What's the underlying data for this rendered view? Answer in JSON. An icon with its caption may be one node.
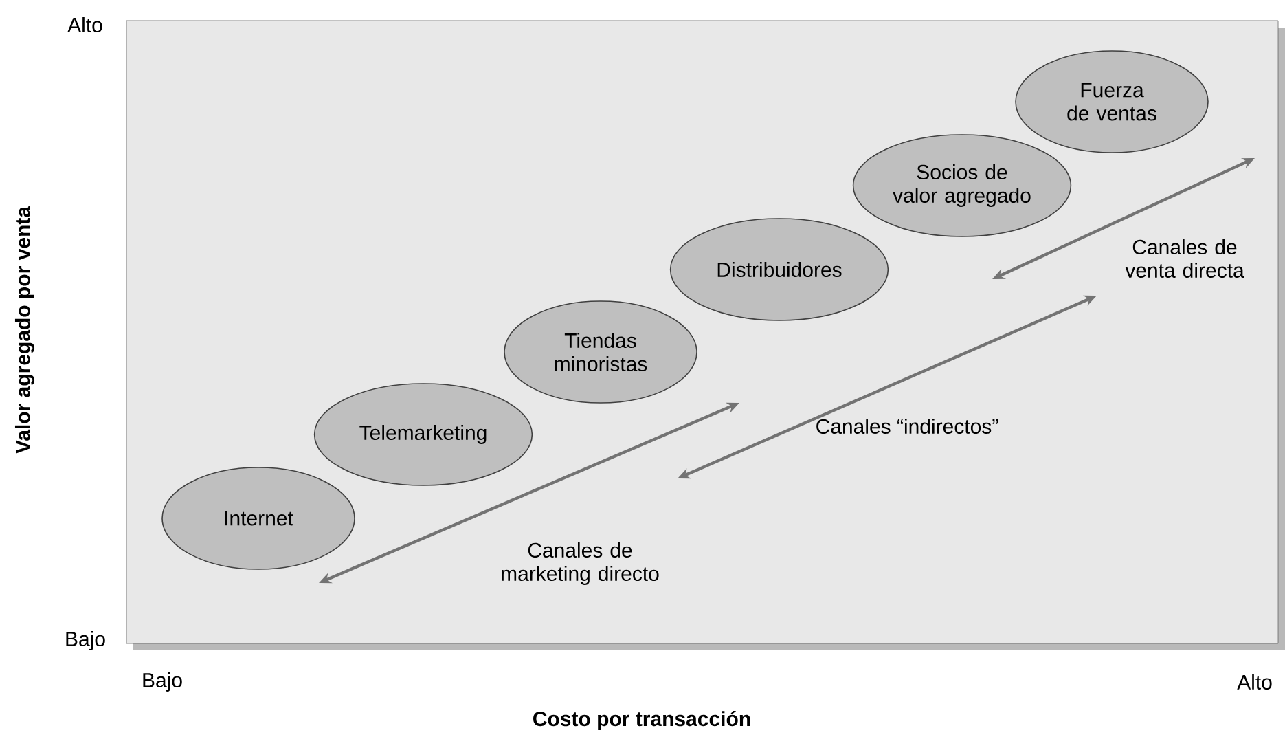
{
  "diagram": {
    "nodes": [
      {
        "text": [
          "Internet"
        ]
      },
      {
        "text": [
          "Telemarketing"
        ]
      },
      {
        "text": [
          "Tiendas minoristas"
        ]
      },
      {
        "text": [
          "Distribuidores"
        ]
      },
      {
        "text": [
          "Socios de valor agregado"
        ]
      },
      {
        "text": [
          "Fuerza de ventas"
        ]
      }
    ],
    "labels": [
      "Valor agregado por venta",
      "Alto",
      "Bajo",
      "Canales de venta directa",
      "Canales “indirectos”",
      "Canales de marketing directo",
      "Bajo",
      "Alto",
      "Costo por transacción"
    ]
  }
}
